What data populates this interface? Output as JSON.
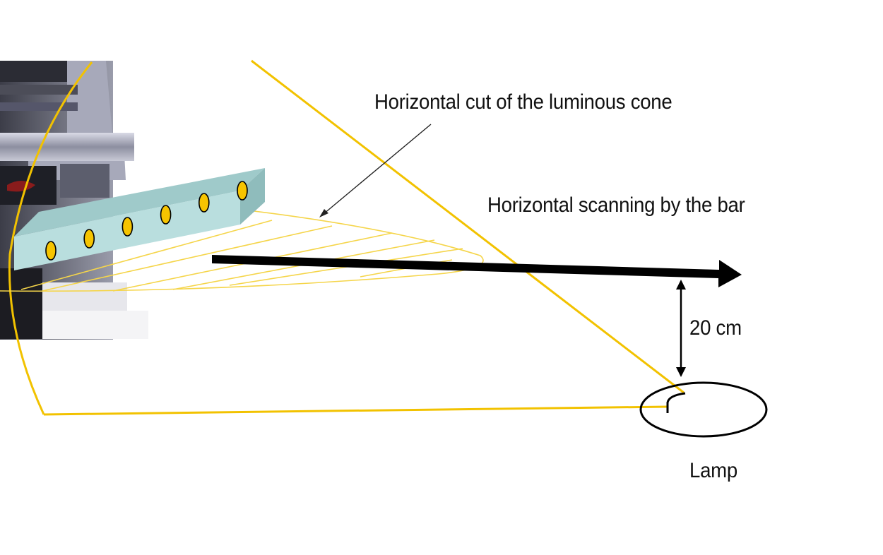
{
  "labels": {
    "cone_cut": "Horizontal cut of the luminous cone",
    "scanning": "Horizontal scanning by the bar",
    "distance": "20 cm",
    "lamp": "Lamp"
  },
  "colors": {
    "light_ray": "#f2c200",
    "cone_hatch": "#f5d54a",
    "bar_face": "#b9dede",
    "bar_top": "#9fcaca",
    "sensor_fill": "#f6c400",
    "arrow": "#000000",
    "vehicle": "#6f7180"
  },
  "icons": {
    "vehicle": "truck-front-icon",
    "sensor": "photo-sensor-icon",
    "lamp": "lamp-icon"
  },
  "sensor_count": 6
}
